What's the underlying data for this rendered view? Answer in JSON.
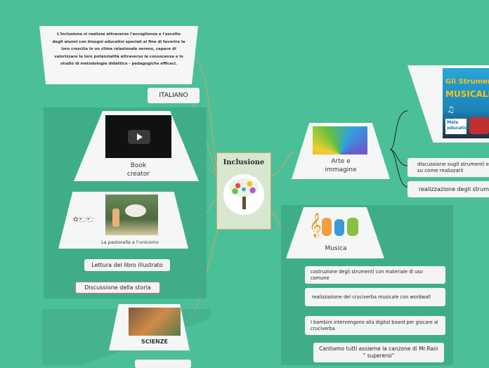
{
  "intro_text": "L'Inclusione si realizza attraverso l'accoglienza e l'ascolto degli alunni con bisogni educativi speciali al fine di favorire la loro crescita in un clima relazionale sereno, capace di valorizzare le loro potenzialità attraverso la conoscenza e lo studio di metodologie didattico - pedagogiche efficaci.",
  "italiano_label": "ITALIANO",
  "book_creator_label": "Book\ncreator",
  "pastorella_label": "La pastorella e l'unicorno",
  "lettura_label": "Lettura del libro illustrato",
  "discussione_storia_label": "Discussione della storia",
  "scienze_label": "SCIENZE",
  "central_title": "Inclusione",
  "arte_label": "Arte e\nimmagine",
  "strumenti_image_title_1": "Gli Strumenti",
  "strumenti_image_title_2": "MUSICALI",
  "strumenti_brand": "Mela educational",
  "discussione_strumenti_label": "discussione sugli strumenti e su come realizzarli",
  "realizzazione_strumenti_label": "realizzazione  degli strumenti",
  "musica_label": "Musica",
  "musica_items": [
    "costruzione degli strumenti con materiale di uso comune",
    "realizzazione del cruciverba  musicale con wordwall",
    "I bambini intervengono alla digital board per giocare al cruciverba"
  ],
  "cantiamo_label": "Cantiamo tutti assieme la canzone di Mr.Rain \" supereroi\"",
  "colors": {
    "background": "#4bbf97",
    "panel": "#3fae88",
    "connector": "#c9a86a",
    "scienze_text": "#2fb47e"
  }
}
